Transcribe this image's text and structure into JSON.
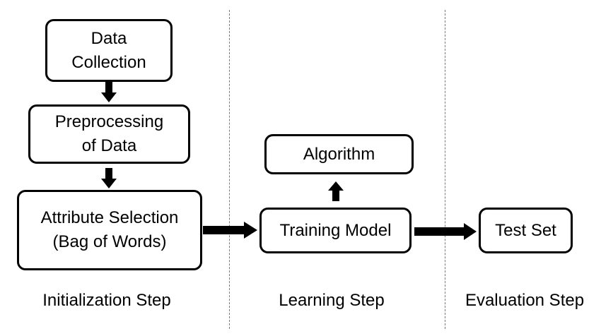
{
  "nodes": {
    "data_collection": {
      "line1": "Data",
      "line2": "Collection"
    },
    "preprocessing": {
      "line1": "Preprocessing",
      "line2": "of Data"
    },
    "attribute_selection": {
      "line1": "Attribute Selection",
      "line2": "(Bag of Words)"
    },
    "algorithm": {
      "line1": "Algorithm"
    },
    "training_model": {
      "line1": "Training Model"
    },
    "test_set": {
      "line1": "Test Set"
    }
  },
  "steps": {
    "initialization": "Initialization Step",
    "learning": "Learning Step",
    "evaluation": "Evaluation Step"
  }
}
